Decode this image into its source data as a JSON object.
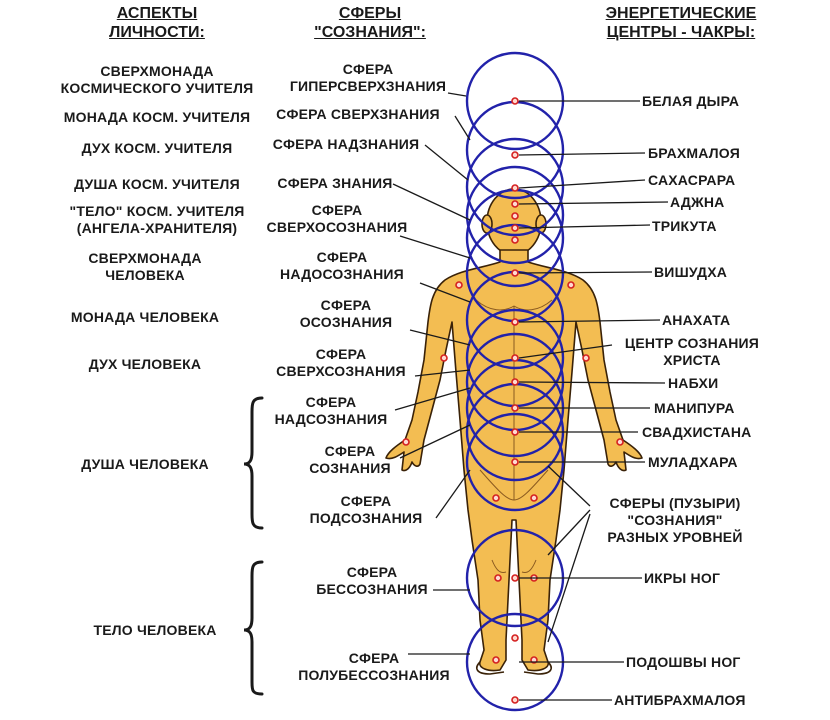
{
  "headers": {
    "aspects": [
      "АСПЕКТЫ",
      "ЛИЧНОСТИ:"
    ],
    "spheres": [
      "СФЕРЫ",
      "\"СОЗНАНИЯ\":"
    ],
    "chakras": [
      "ЭНЕРГЕТИЧЕСКИЕ",
      "ЦЕНТРЫ - ЧАКРЫ:"
    ]
  },
  "aspects": [
    [
      "СВЕРХМОНАДА",
      "КОСМИЧЕСКОГО УЧИТЕЛЯ"
    ],
    [
      "МОНАДА КОСМ. УЧИТЕЛЯ"
    ],
    [
      "ДУХ КОСМ. УЧИТЕЛЯ"
    ],
    [
      "ДУША КОСМ. УЧИТЕЛЯ"
    ],
    [
      "\"ТЕЛО\" КОСМ. УЧИТЕЛЯ",
      "(АНГЕЛА-ХРАНИТЕЛЯ)"
    ],
    [
      "СВЕРХМОНАДА",
      "ЧЕЛОВЕКА"
    ],
    [
      "МОНАДА ЧЕЛОВЕКА"
    ],
    [
      "ДУХ  ЧЕЛОВЕКА"
    ],
    [
      "ДУША  ЧЕЛОВЕКА"
    ],
    [
      "ТЕЛО  ЧЕЛОВЕКА"
    ]
  ],
  "spheres": [
    [
      "СФЕРА",
      "ГИПЕРСВЕРХЗНАНИЯ"
    ],
    [
      "СФЕРА  СВЕРХЗНАНИЯ"
    ],
    [
      "СФЕРА  НАДЗНАНИЯ"
    ],
    [
      "СФЕРА  ЗНАНИЯ"
    ],
    [
      "СФЕРА",
      "СВЕРХОСОЗНАНИЯ"
    ],
    [
      "СФЕРА",
      "НАДОСОЗНАНИЯ"
    ],
    [
      "СФЕРА",
      "ОСОЗНАНИЯ"
    ],
    [
      "СФЕРА",
      "СВЕРХСОЗНАНИЯ"
    ],
    [
      "СФЕРА",
      "НАДСОЗНАНИЯ"
    ],
    [
      "СФЕРА",
      "СОЗНАНИЯ"
    ],
    [
      "СФЕРА",
      "ПОДСОЗНАНИЯ"
    ],
    [
      "СФЕРА",
      "БЕССОЗНАНИЯ"
    ],
    [
      "СФЕРА",
      "ПОЛУБЕССОЗНАНИЯ"
    ]
  ],
  "chakras": [
    [
      "БЕЛАЯ  ДЫРА"
    ],
    [
      "БРАХМАЛОЯ"
    ],
    [
      "САХАСРАРА"
    ],
    [
      "АДЖНА"
    ],
    [
      "ТРИКУТА"
    ],
    [
      "ВИШУДХА"
    ],
    [
      "АНАХАТА"
    ],
    [
      "ЦЕНТР СОЗНАНИЯ",
      "ХРИСТА"
    ],
    [
      "НАБХИ"
    ],
    [
      "МАНИПУРА"
    ],
    [
      "СВАДХИСТАНА"
    ],
    [
      "МУЛАДХАРА"
    ],
    [
      "СФЕРЫ  (ПУЗЫРИ)",
      "\"СОЗНАНИЯ\"",
      "РАЗНЫХ УРОВНЕЙ"
    ],
    [
      "ИКРЫ  НОГ"
    ],
    [
      "ПОДОШВЫ  НОГ"
    ],
    [
      "АНТИБРАХМАЛОЯ"
    ]
  ],
  "colors": {
    "circle": "#2222aa",
    "body_fill": "#f3bd52",
    "body_stroke": "#3a2208",
    "chakra_point": "#d42020",
    "line": "#1a1a1a"
  }
}
